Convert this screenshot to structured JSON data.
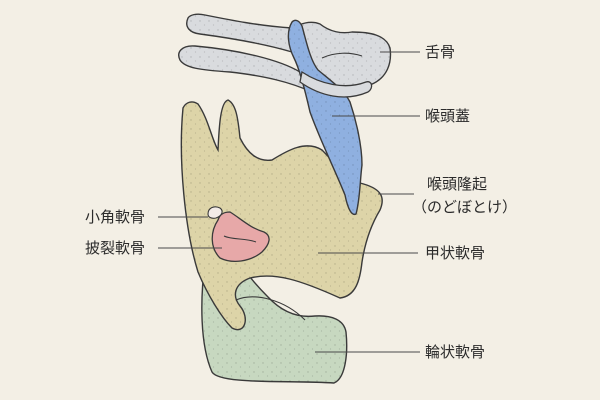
{
  "labels": {
    "hyoid": "舌骨",
    "epiglottis": "喉頭蓋",
    "prominence_line1": "喉頭隆起",
    "prominence_line2": "（のどぼとけ）",
    "corniculate": "小角軟骨",
    "arytenoid": "披裂軟骨",
    "thyroid": "甲状軟骨",
    "cricoid": "輪状軟骨"
  },
  "colors": {
    "background": "#f3efe5",
    "hyoid": "#d9dbde",
    "epiglottis": "#8fb0e0",
    "thyroid": "#ddd4a8",
    "arytenoid": "#e7a8a8",
    "cricoid": "#c7d8c0",
    "outline": "#3a3a3a",
    "leader": "#4a4a4a"
  }
}
